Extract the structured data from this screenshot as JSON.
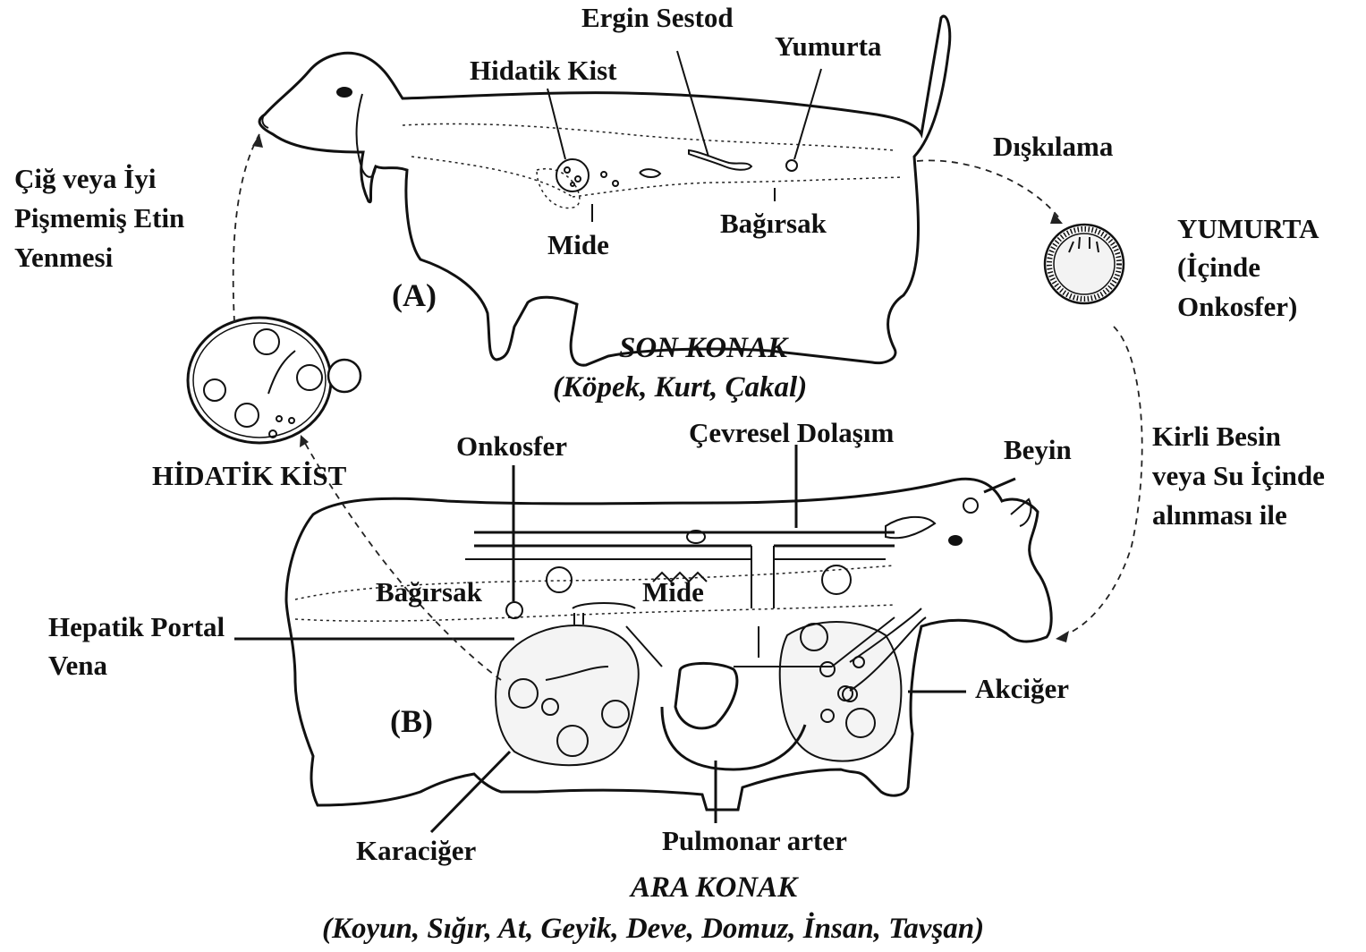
{
  "labels": {
    "ergin_sestod": "Ergin Sestod",
    "yumurta": "Yumurta",
    "hidatik_kist_top": "Hidatik Kist",
    "diskilama": "Dışkılama",
    "cig_line1": "Çiğ veya İyi",
    "cig_line2": "Pişmemiş Etin",
    "cig_line3": "Yenmesi",
    "mide_top": "Mide",
    "bagirsak_top": "Bağırsak",
    "egg_title": "YUMURTA",
    "egg_sub1": "(İçinde",
    "egg_sub2": "Onkosfer)",
    "a": "(A)",
    "son_konak": "SON KONAK",
    "son_konak_hosts": "(Köpek, Kurt, Çakal)",
    "hidatik_kist_big": "HİDATİK KİST",
    "onkosfer": "Onkosfer",
    "cevresel": "Çevresel Dolaşım",
    "beyin": "Beyin",
    "kirli1": "Kirli Besin",
    "kirli2": "veya Su İçinde",
    "kirli3": "alınması ile",
    "bagirsak_bottom": "Bağırsak",
    "mide_bottom": "Mide",
    "hepatik1": "Hepatik Portal",
    "hepatik2": "Vena",
    "akciger": "Akciğer",
    "b": "(B)",
    "karaciger": "Karaciğer",
    "pulmonar": "Pulmonar arter",
    "ara_konak": "ARA KONAK",
    "ara_konak_hosts": "(Koyun, Sığır, At, Geyik, Deve, Domuz, İnsan, Tavşan)"
  },
  "colors": {
    "ink": "#111111",
    "background": "#ffffff"
  }
}
